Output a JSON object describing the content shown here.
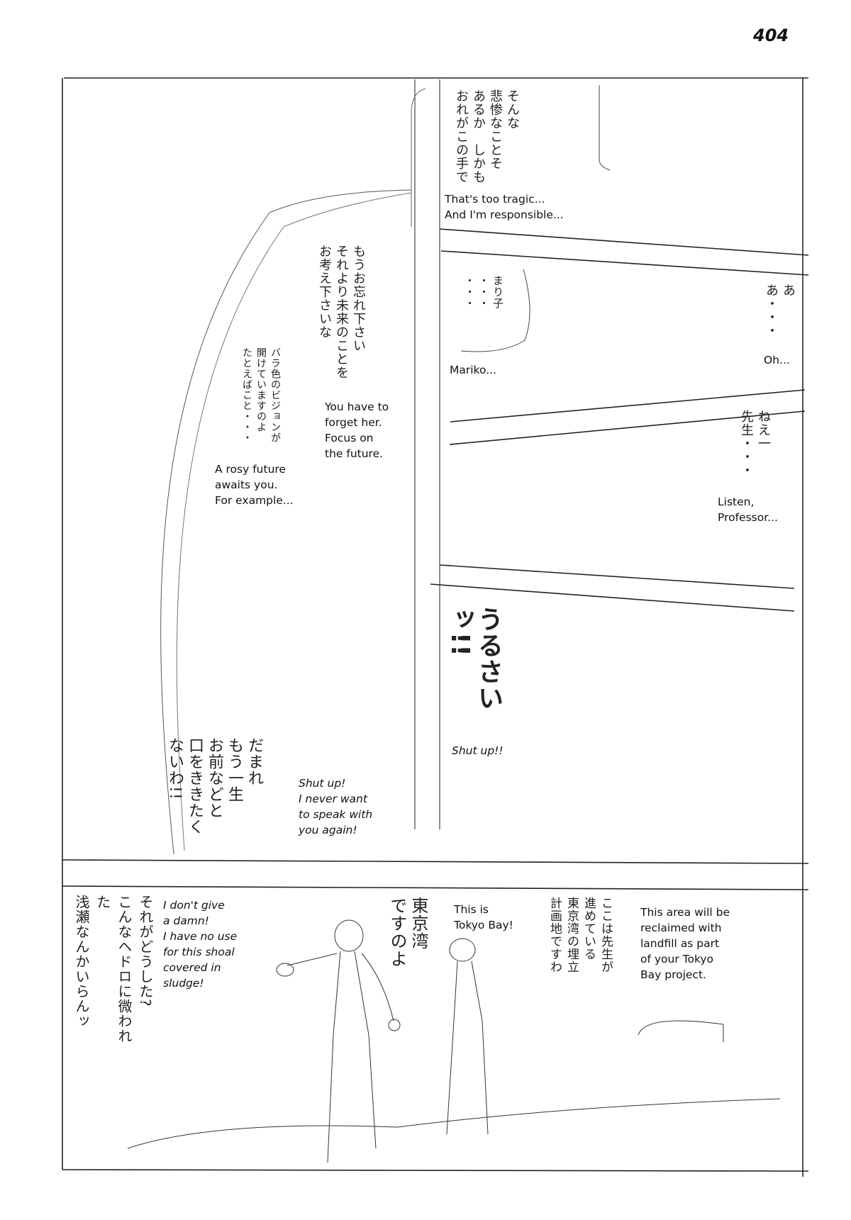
{
  "page": {
    "number": "404"
  },
  "panels": {
    "left_tall": {
      "jp_lines_1": "もうお忘れ下さい\nそれより未来のことを\nお考え下さいな",
      "en_1": "You have to\nforget her.\nFocus on\nthe future.",
      "jp_lines_2": "バラ色のビジョンが\n開けていますのよ\nたとえばこと・・・",
      "en_2": "A rosy future\nawaits you.\nFor example...",
      "jp_lines_3": "だまれ\nもう一生\nお前などと\n口をききたく\nないわ!!",
      "en_3": "Shut up!\nI never want\nto speak with\nyou again!"
    },
    "right_top": {
      "jp_lines": "そんな\n悲惨なことそ\nあるか　しかも\nおれがこの手で",
      "en": "That's too tragic...\nAnd I'm responsible..."
    },
    "right_second": {
      "jp_left": "まり子\n・・・\n・・・",
      "en_left": "Mariko...",
      "jp_right": "ああ・・・",
      "en_right": "Oh..."
    },
    "right_third": {
      "jp": "ねえ一\n先生・・・",
      "en": "Listen,\nProfessor..."
    },
    "right_fourth": {
      "jp_big": "うるさいッ!!",
      "en": "Shut up!!"
    },
    "bottom": {
      "jp_left": "それがどうした?\nこんなヘドロに微われた\n浅瀬なんかいらんッ",
      "en_left": "I don't give\na damn!\nI have no use\nfor this shoal\ncovered in\nsludge!",
      "jp_mid": "東京湾\nですのよ",
      "en_mid": "This is\nTokyo Bay!",
      "jp_right": "ここは先生が\n進めている\n東京湾の埋立\n計画地ですわ",
      "en_right": "This area will be\nreclaimed with\nlandfill as part\nof your Tokyo\nBay project."
    }
  }
}
